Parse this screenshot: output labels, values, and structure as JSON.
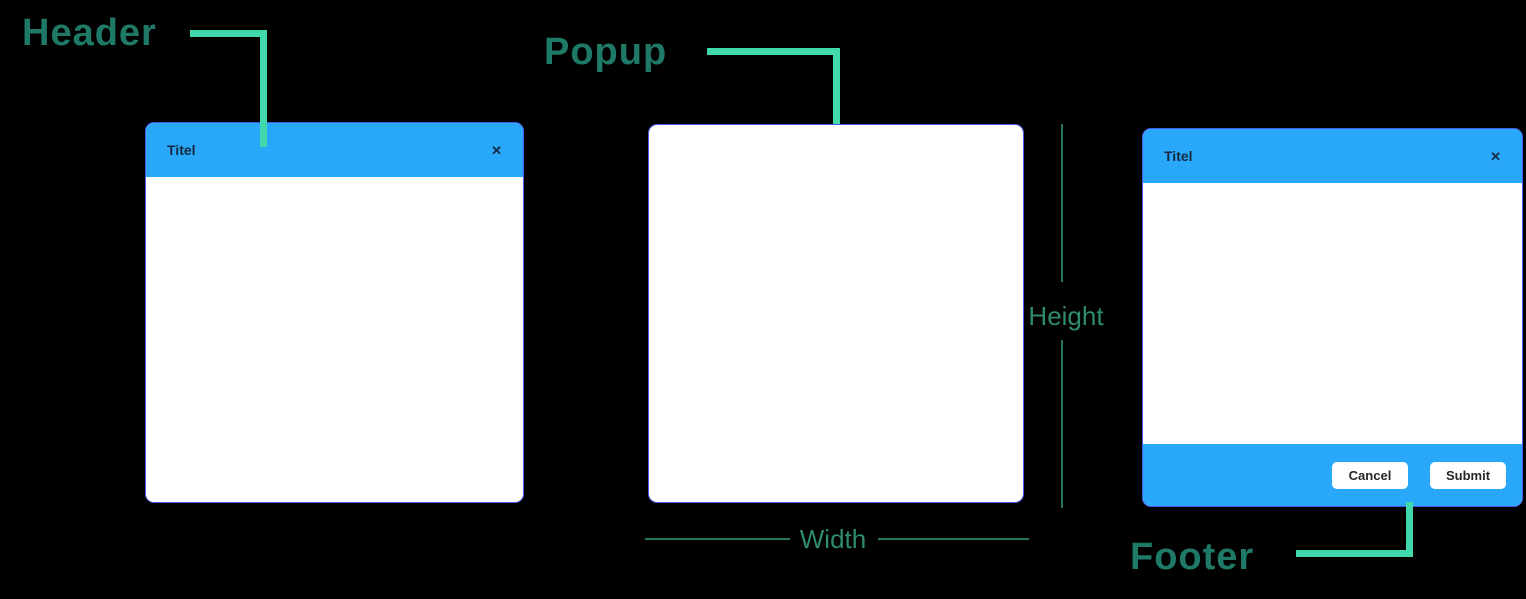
{
  "canvas": {
    "background": "#000000"
  },
  "labels": {
    "header": "Header",
    "popup": "Popup",
    "footer": "Footer",
    "height": "Height",
    "width": "Width"
  },
  "colors": {
    "header_bar_blue": "#29A8FA",
    "popup_border_blue": "#4A5AE8",
    "annotation_teal": "#1E7A66",
    "connector_mint": "#41D8AC",
    "dimension_green": "#2E8B6F",
    "dimension_line_green": "#27745F",
    "title_navy": "#152A42",
    "popup_background": "#FFFFFF",
    "canvas_background": "#000000"
  },
  "popup_with_header": {
    "title": "Titel",
    "close_icon": "✕"
  },
  "popup_with_footer": {
    "title": "Titel",
    "close_icon": "✕",
    "footer_buttons": [
      {
        "label": "Cancel"
      },
      {
        "label": "Submit"
      }
    ]
  }
}
